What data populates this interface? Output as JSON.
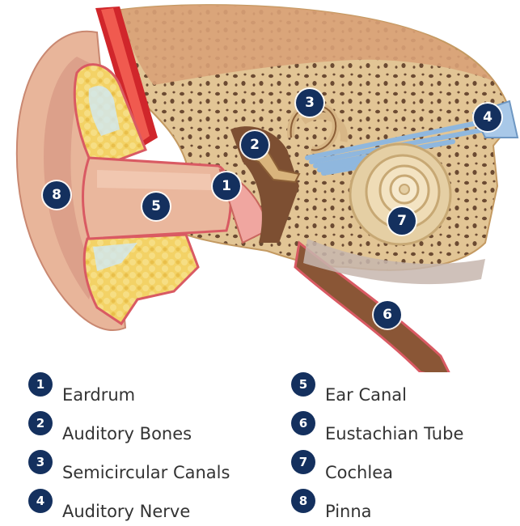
{
  "colors": {
    "badge": "#14305e",
    "skin": "#e8b59a",
    "bone": "#e2c595",
    "fat": "#f3d266",
    "muscle": "#d0262b",
    "nerve": "#8fb7de",
    "lining": "#d9545f"
  },
  "markers": [
    {
      "num": "1"
    },
    {
      "num": "2"
    },
    {
      "num": "3"
    },
    {
      "num": "4"
    },
    {
      "num": "5"
    },
    {
      "num": "6"
    },
    {
      "num": "7"
    },
    {
      "num": "8"
    }
  ],
  "legend": {
    "left": [
      {
        "num": "1",
        "label": "Eardrum"
      },
      {
        "num": "2",
        "label": "Auditory Bones"
      },
      {
        "num": "3",
        "label": "Semicircular Canals"
      },
      {
        "num": "4",
        "label": "Auditory Nerve"
      }
    ],
    "right": [
      {
        "num": "5",
        "label": "Ear Canal"
      },
      {
        "num": "6",
        "label": "Eustachian Tube"
      },
      {
        "num": "7",
        "label": "Cochlea"
      },
      {
        "num": "8",
        "label": "Pinna"
      }
    ]
  }
}
